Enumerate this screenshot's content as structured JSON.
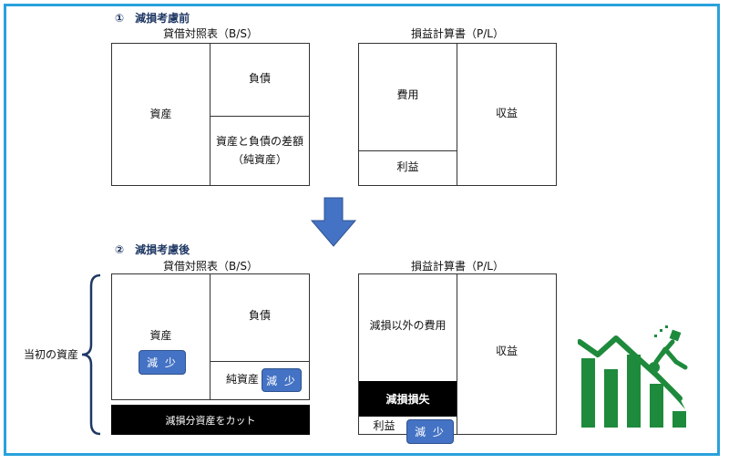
{
  "before": {
    "title": "①　減損考慮前",
    "bs": {
      "title": "貸借対照表（B/S）",
      "assets": "資産",
      "liabilities": "負債",
      "equity_line1": "資産と負債の差額",
      "equity_line2": "（純資産）"
    },
    "pl": {
      "title": "損益計算書（P/L）",
      "expenses": "費用",
      "profit": "利益",
      "revenue": "収益"
    }
  },
  "after": {
    "title": "②　減損考慮後",
    "initial_assets": "当初の資産",
    "bs": {
      "title": "貸借対照表（B/S）",
      "assets": "資産",
      "assets_badge": "減 少",
      "liabilities": "負債",
      "equity": "純資産",
      "equity_badge": "減 少",
      "cut_bar": "減損分資産をカット"
    },
    "pl": {
      "title": "損益計算書（P/L）",
      "other_expenses": "減損以外の費用",
      "impairment_loss": "減損損失",
      "profit": "利益",
      "profit_badge": "減 少",
      "revenue": "収益"
    }
  },
  "colors": {
    "frame": "#29a1dc",
    "arrow": "#4472c4",
    "badge": "#4472c4",
    "chart_bars": "#1e8a3c",
    "title_text": "#1f3864"
  },
  "illustration": "declining-chart-falling-person-icon"
}
